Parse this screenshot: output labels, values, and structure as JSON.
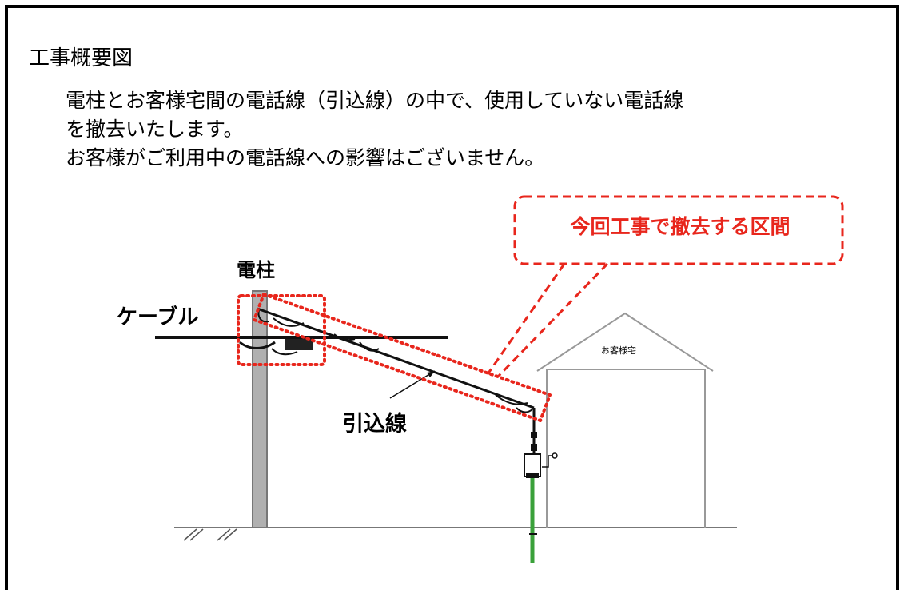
{
  "title": "工事概要図",
  "description": [
    "電柱とお客様宅間の電話線（引込線）の中で、使用していない電話線",
    "を撤去いたします。",
    "お客様がご利用中の電話線への影響はございません。"
  ],
  "callout": "今回工事で撤去する区間",
  "labels": {
    "pole": "電柱",
    "cable": "ケーブル",
    "drop_wire": "引込線",
    "house": "お客様宅"
  },
  "colors": {
    "highlight": "#e8261c",
    "ground_wire": "#3aa13a",
    "pole_fill": "#b0b0b0"
  }
}
